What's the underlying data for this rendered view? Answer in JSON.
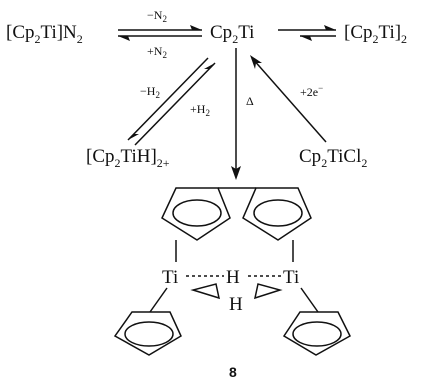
{
  "species": {
    "cp2tin2": {
      "base": "[Cp",
      "s1": "2",
      "mid": "Ti]N",
      "s2": "2"
    },
    "cp2ti": {
      "base": "Cp",
      "s1": "2",
      "mid": "Ti"
    },
    "dimer": {
      "base": "[Cp",
      "s1": "2",
      "mid": "Ti]",
      "s2": "2"
    },
    "hydride": {
      "base": "[Cp",
      "s1": "2",
      "mid": "TiH]",
      "s2": "2+"
    },
    "dichloride": {
      "base": "Cp",
      "s1": "2",
      "mid": "TiCl",
      "s2": "2"
    }
  },
  "conditions": {
    "minus_n2": {
      "base": "−N",
      "sub": "2"
    },
    "plus_n2": {
      "base": "+N",
      "sub": "2"
    },
    "minus_h2": {
      "base": "−H",
      "sub": "2"
    },
    "plus_h2": {
      "base": "+H",
      "sub": "2"
    },
    "heat": "Δ",
    "electrons": {
      "base": "+2e",
      "sup": "−"
    }
  },
  "structure": {
    "ti_left": "Ti",
    "ti_right": "Ti",
    "h_bridge": "H",
    "h_lower": "H",
    "compound_number": "8"
  }
}
